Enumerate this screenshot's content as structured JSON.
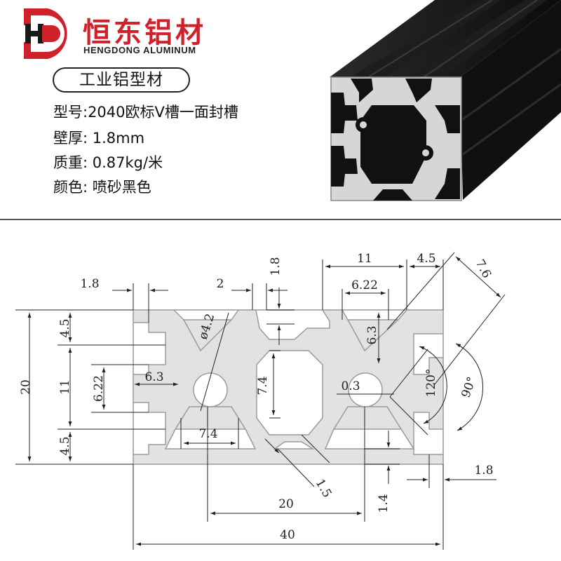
{
  "brand": {
    "logo_letters": "HD",
    "name_cn": "恒东铝材",
    "name_en": "HENGDONG ALUMINUM",
    "color": "#d0202a"
  },
  "product": {
    "category": "工业铝型材",
    "specs": [
      "型号:2040欧标V槽一面封槽",
      "壁厚: 1.8mm",
      "质重: 0.87kg/米",
      "颜色: 喷砂黑色"
    ]
  },
  "dimensions": {
    "height": "20",
    "width": "40",
    "pitch": "20",
    "wall_top": "1.8",
    "wall_right": "1.8",
    "slot_opening": "6.22",
    "slot_width": "11",
    "slot_offset": "4.5",
    "slot_offset_right": "4.5",
    "slot_offset_left_top": "4.5",
    "slot_offset_left_bottom": "4.5",
    "slot_span_left": "11",
    "slot_opening_left": "6.22",
    "slot_depth_top": "6.3",
    "slot_depth_left": "6.3",
    "groove_width": "2",
    "groove_depth": "1.8",
    "core_width": "7.4",
    "core_height": "7.4",
    "bore_diameter": "ø4.2",
    "chamfer": "7.6",
    "inner_angle": "120°",
    "outer_angle": "90°",
    "fillet": "0.3",
    "web": "1.5",
    "bottom_wall": "1.4"
  },
  "colors": {
    "profile_fill": "#e2e2e2",
    "profile_stroke": "#9a9a9a",
    "product_black": "#141414"
  }
}
